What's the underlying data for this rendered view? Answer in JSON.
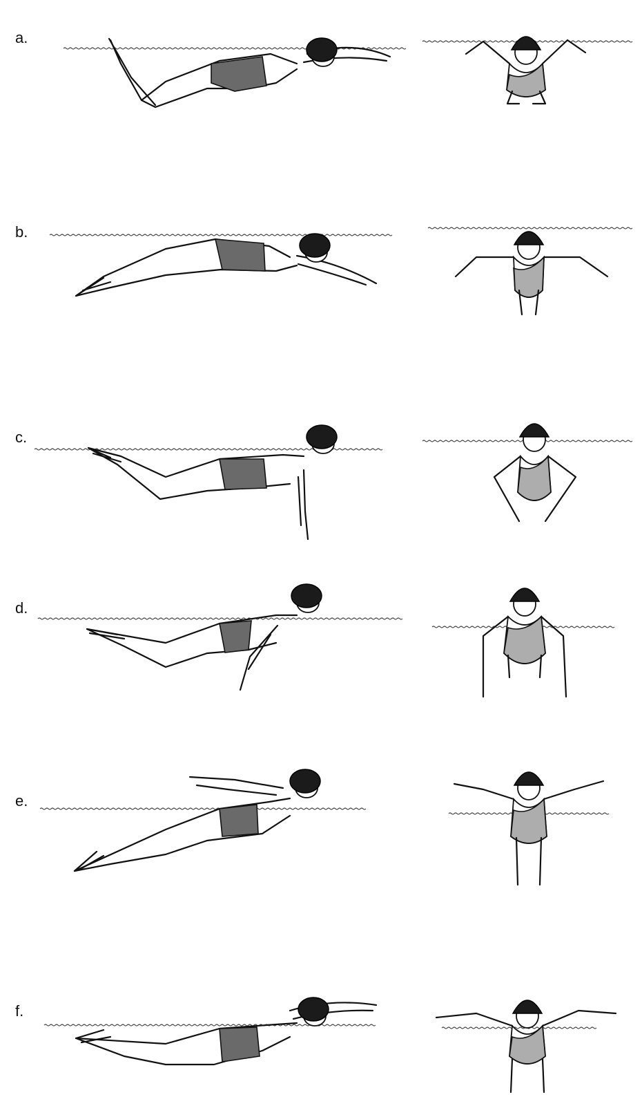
{
  "figure": {
    "background": "#ffffff",
    "ink": "#111111",
    "suit_fill": "#6a6a6a",
    "cap_fill": "#1b1b1b",
    "water_line": "#444444",
    "rows": [
      {
        "label": "a.",
        "side_pose": "arms-extended-over-water-knees-bent",
        "front_pose": "arms-recovering-forward"
      },
      {
        "label": "b.",
        "side_pose": "streamline-hands-entering",
        "front_pose": "arms-wide-entry"
      },
      {
        "label": "c.",
        "side_pose": "arm-pull-down-kick",
        "front_pose": "hands-sweeping-in-under-body"
      },
      {
        "label": "d.",
        "side_pose": "arm-push-back-head-up",
        "front_pose": "arms-pushing-back-under-body"
      },
      {
        "label": "e.",
        "side_pose": "arms-recovering-out-of-water",
        "front_pose": "arms-swinging-out-above-water"
      },
      {
        "label": "f.",
        "side_pose": "arms-forward-over-water",
        "front_pose": "arms-wide-forward"
      }
    ]
  }
}
